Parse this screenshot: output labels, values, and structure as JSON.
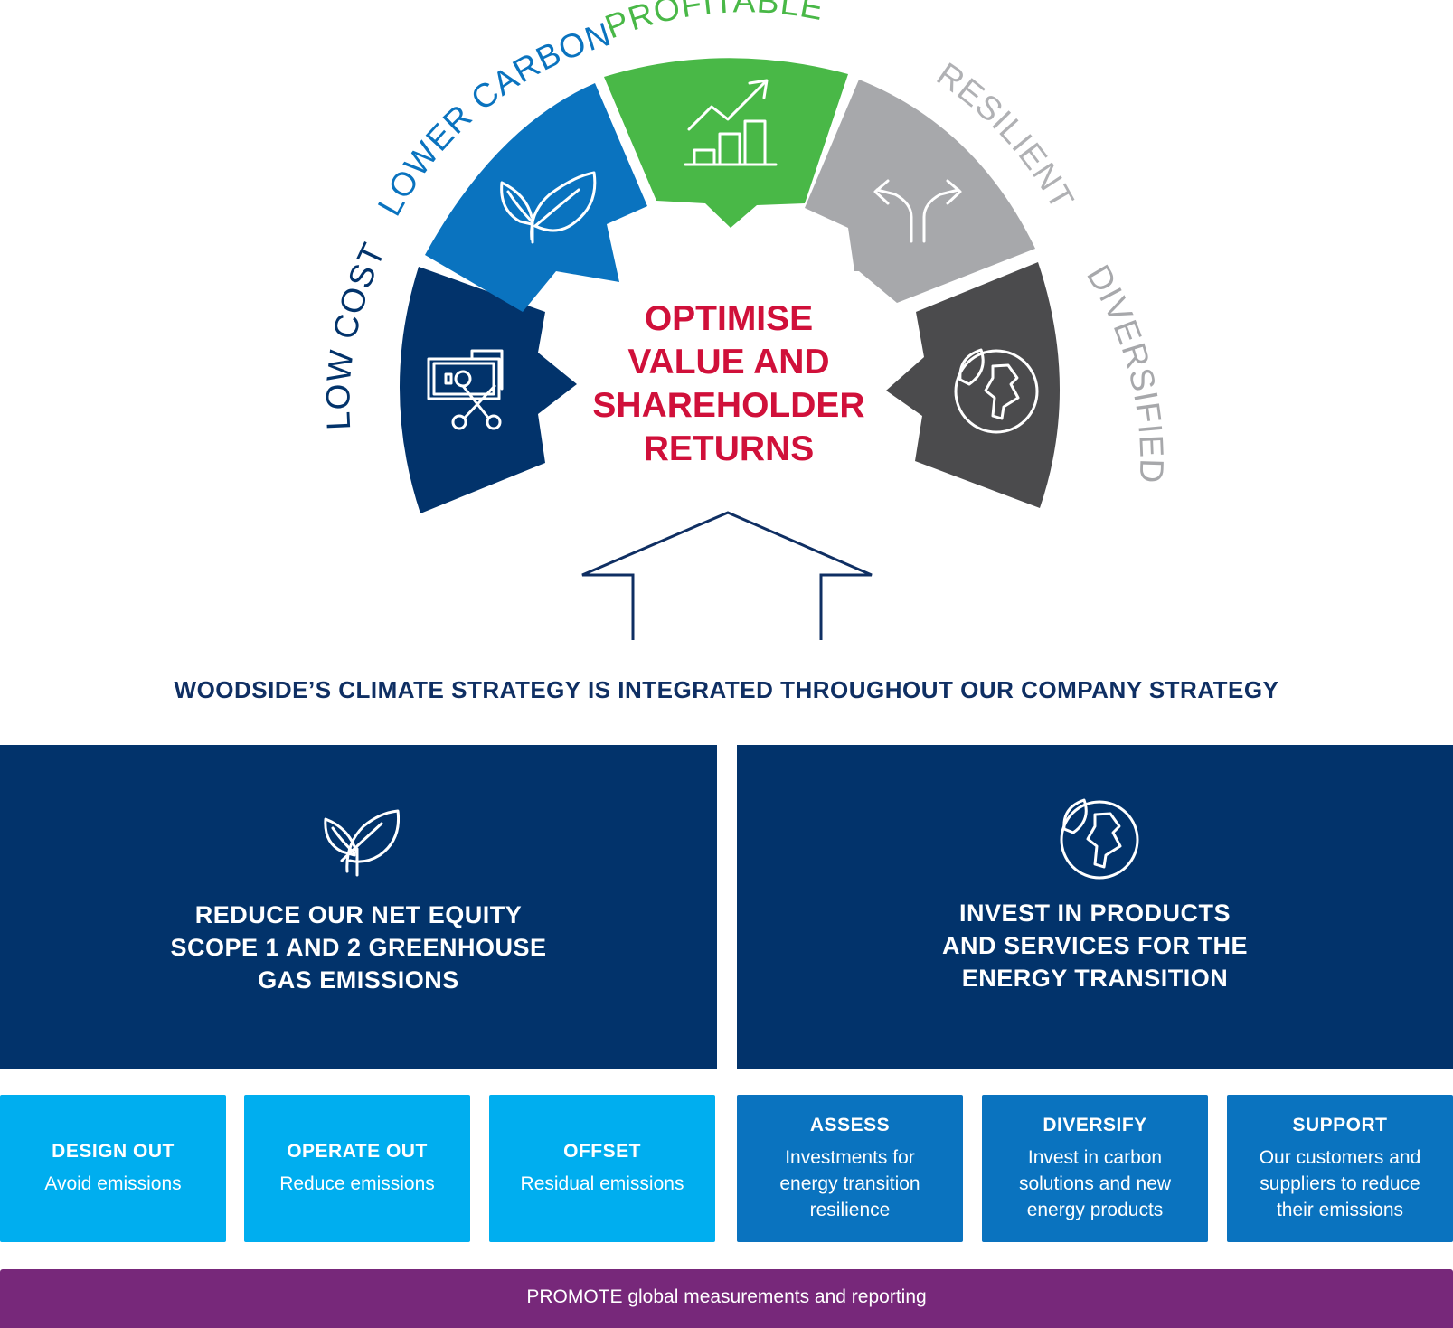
{
  "wheel": {
    "segments": [
      {
        "id": "low-cost",
        "label": "LOW COST",
        "color": "#02336b",
        "label_color": "#02336b",
        "icon": "money-scissors-icon"
      },
      {
        "id": "lower-carbon",
        "label": "LOWER CARBON",
        "color": "#0a73bf",
        "label_color": "#0a73bf",
        "icon": "leaf-icon"
      },
      {
        "id": "profitable",
        "label": "PROFITABLE",
        "color": "#49b847",
        "label_color": "#49b847",
        "icon": "growth-chart-icon"
      },
      {
        "id": "resilient",
        "label": "RESILIENT",
        "color": "#a7a8ab",
        "label_color": "#b0b1b4",
        "icon": "split-arrow-icon"
      },
      {
        "id": "diversified",
        "label": "DIVERSIFIED",
        "color": "#4b4b4d",
        "label_color": "#a7a8ab",
        "icon": "globe-leaf-icon"
      }
    ],
    "center_lines": [
      "OPTIMISE",
      "VALUE AND",
      "SHAREHOLDER",
      "RETURNS"
    ],
    "center_color": "#d0103a"
  },
  "headline": "WOODSIDE’S CLIMATE STRATEGY IS INTEGRATED THROUGHOUT OUR COMPANY STRATEGY",
  "pillars": [
    {
      "title": "REDUCE OUR NET EQUITY\nSCOPE 1 AND 2 GREENHOUSE\nGAS EMISSIONS",
      "icon": "leaf-icon"
    },
    {
      "title": "INVEST IN PRODUCTS\nAND SERVICES FOR THE\nENERGY TRANSITION",
      "icon": "globe-leaf-icon"
    }
  ],
  "actions": [
    {
      "title": "DESIGN OUT",
      "desc": "Avoid emissions"
    },
    {
      "title": "OPERATE OUT",
      "desc": "Reduce emissions"
    },
    {
      "title": "OFFSET",
      "desc": "Residual emissions"
    },
    {
      "title": "ASSESS",
      "desc": "Investments for\nenergy transition\nresilience"
    },
    {
      "title": "DIVERSIFY",
      "desc": "Invest in carbon\nsolutions and new\nenergy products"
    },
    {
      "title": "SUPPORT",
      "desc": "Our customers and\nsuppliers to reduce\ntheir emissions"
    }
  ],
  "promote": "PROMOTE global measurements and reporting",
  "colors": {
    "navy": "#02336b",
    "light_blue": "#00aeef",
    "mid_blue": "#0a73bf",
    "purple": "#77287a"
  }
}
